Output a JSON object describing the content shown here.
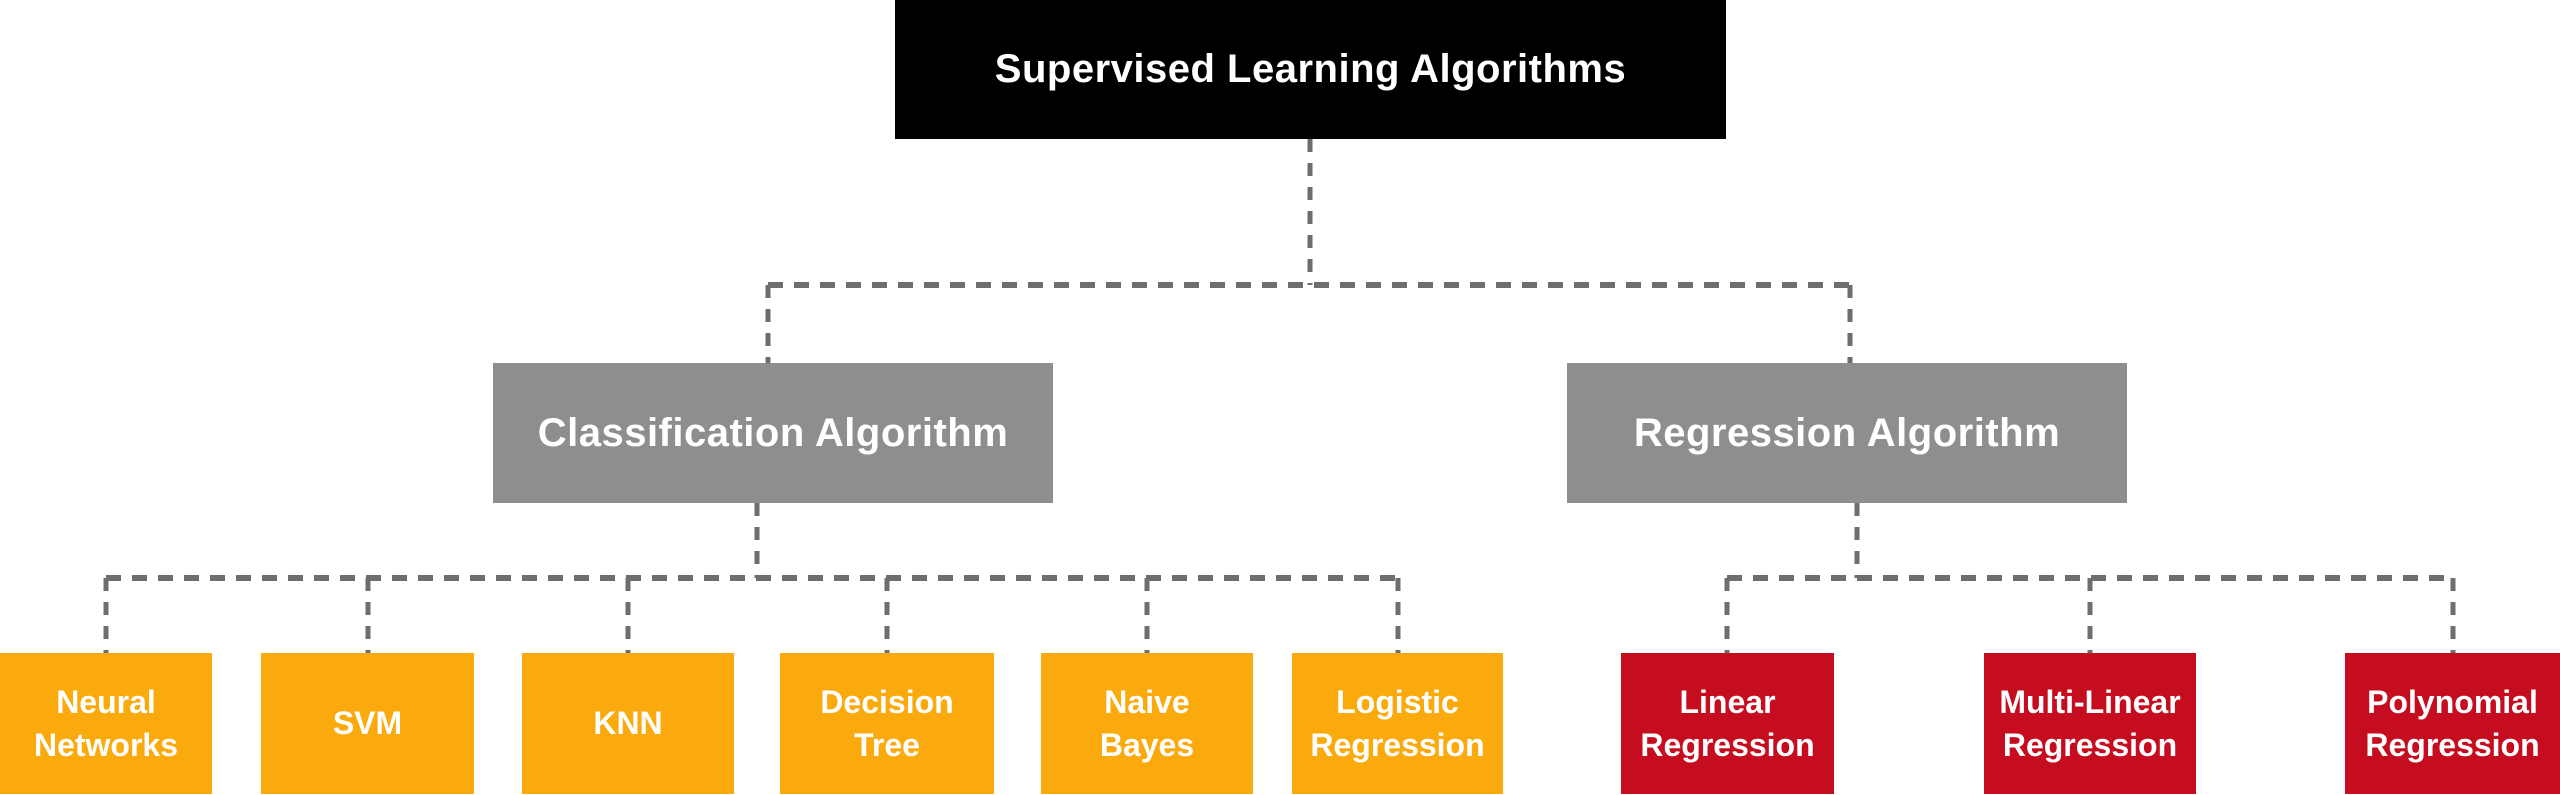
{
  "tree": {
    "root": {
      "label": "Supervised Learning Algorithms"
    },
    "branches": [
      {
        "label": "Classification Algorithm",
        "children": [
          {
            "label": "Neural\nNetworks"
          },
          {
            "label": "SVM"
          },
          {
            "label": "KNN"
          },
          {
            "label": "Decision\nTree"
          },
          {
            "label": "Naive\nBayes"
          },
          {
            "label": "Logistic\nRegression"
          }
        ]
      },
      {
        "label": "Regression Algorithm",
        "children": [
          {
            "label": "Linear\nRegression"
          },
          {
            "label": "Multi-Linear\nRegression"
          },
          {
            "label": "Polynomial\nRegression"
          }
        ]
      }
    ]
  },
  "colors": {
    "background": "#ffffff",
    "root_bg": "#000000",
    "branch_bg": "#908e8c",
    "classification_leaf_bg": "#fbaa0d",
    "regression_leaf_bg": "#c60d1f",
    "connector": "#6e6e6e",
    "text": "#ffffff"
  }
}
